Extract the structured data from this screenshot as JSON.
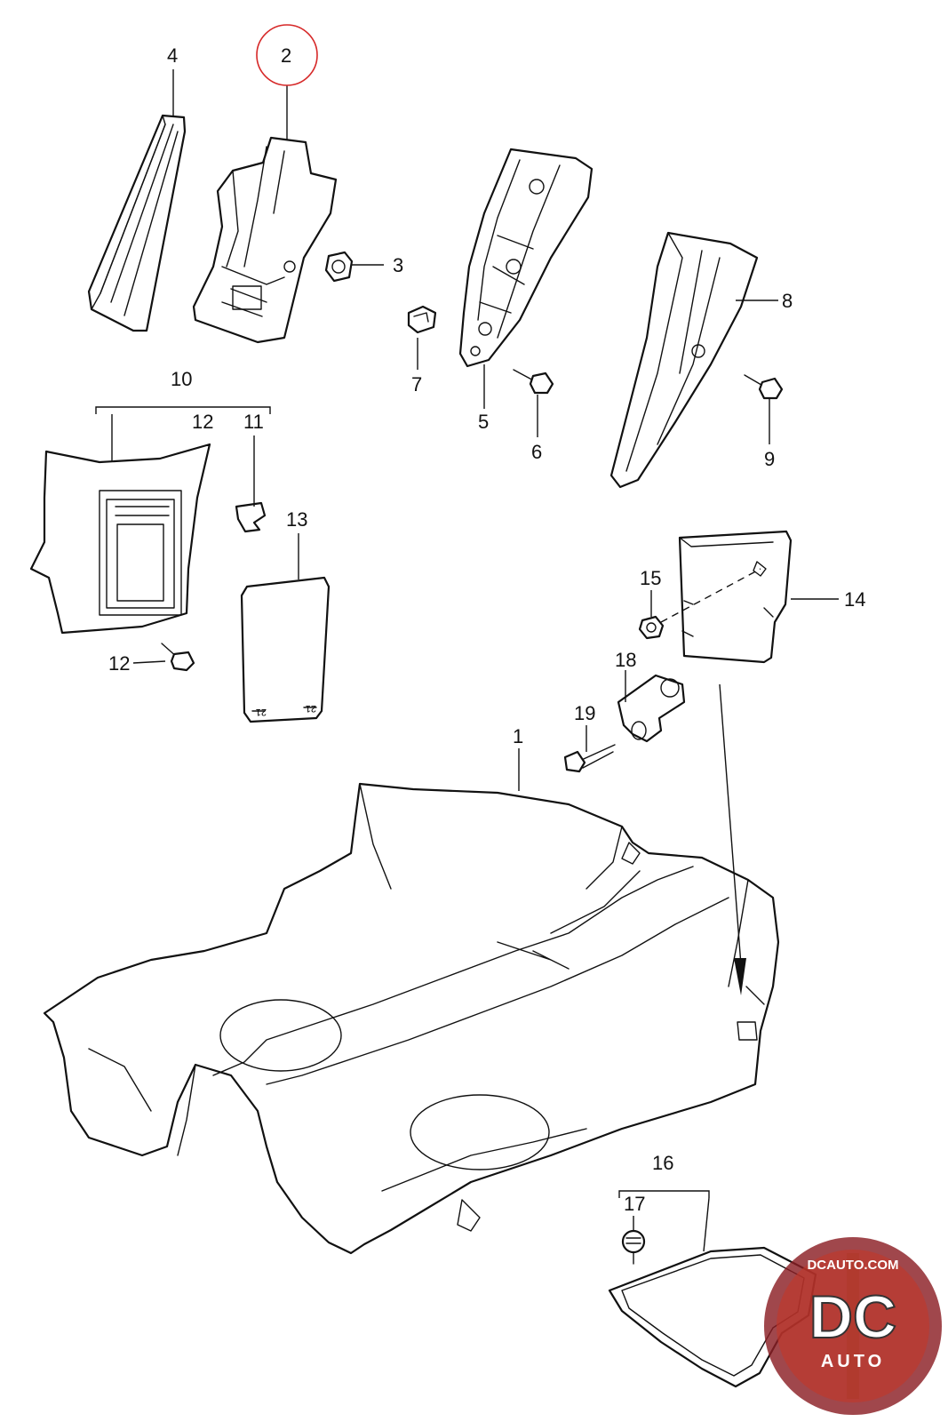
{
  "diagram": {
    "highlight_color": "#d62828",
    "selected_callout": "2",
    "callouts": {
      "c1": "1",
      "c2": "2",
      "c3": "3",
      "c4": "4",
      "c5": "5",
      "c6": "6",
      "c7": "7",
      "c8": "8",
      "c9": "9",
      "c10": "10",
      "c11": "11",
      "c12a": "12",
      "c12b": "12",
      "c13": "13",
      "c14": "14",
      "c15": "15",
      "c16": "16",
      "c17": "17",
      "c18": "18",
      "c19": "19"
    },
    "part_stamp": "21"
  },
  "watermark": {
    "site": "DCAUTO.COM",
    "mark": "DC",
    "sub": "AUTO",
    "colors": {
      "ring": "#8b1f24",
      "fill": "#c0392b",
      "bar": "#b03a2e"
    }
  }
}
